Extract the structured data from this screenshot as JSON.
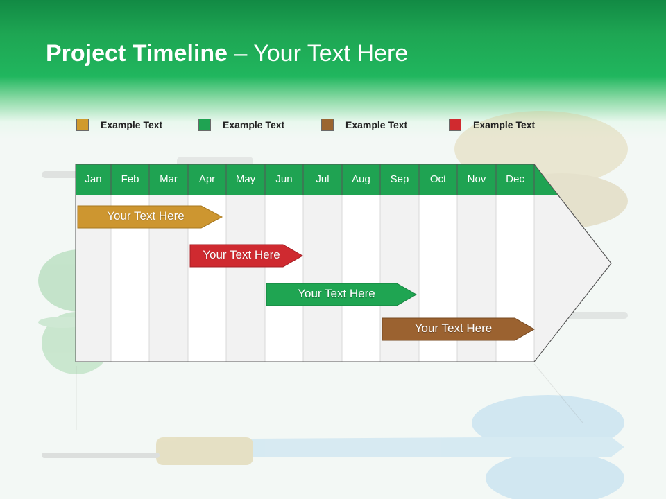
{
  "title": {
    "bold": "Project Timeline",
    "rest": " – Your Text Here"
  },
  "legend": [
    {
      "label": "Example Text",
      "color": "#d09a2c"
    },
    {
      "label": "Example Text",
      "color": "#1fa352"
    },
    {
      "label": "Example Text",
      "color": "#9b6530"
    },
    {
      "label": "Example Text",
      "color": "#d02a2f"
    }
  ],
  "months": [
    "Jan",
    "Feb",
    "Mar",
    "Apr",
    "May",
    "Jun",
    "Jul",
    "Aug",
    "Sep",
    "Oct",
    "Nov",
    "Dec"
  ],
  "bars": [
    {
      "label": "Your  Text Here",
      "color": "#cd9630"
    },
    {
      "label": "Your  Text Here",
      "color": "#cf2a30"
    },
    {
      "label": "Your  Text Here",
      "color": "#1fa552"
    },
    {
      "label": "Your  Text Here",
      "color": "#9b6230"
    }
  ],
  "colors": {
    "header_green": "#1ea653",
    "grid_green": "#1fa352"
  }
}
